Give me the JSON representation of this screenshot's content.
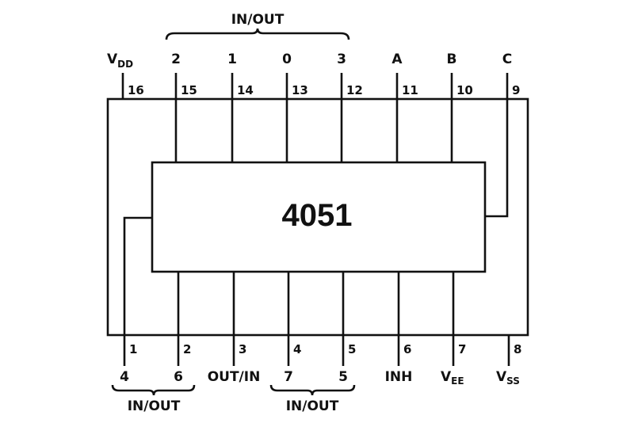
{
  "chip": {
    "name": "4051"
  },
  "top_group_label": "IN/OUT",
  "bottom_group_labels": [
    "IN/OUT",
    "IN/OUT"
  ],
  "top_pins": [
    {
      "num": "16",
      "label": "V",
      "sub": "DD"
    },
    {
      "num": "15",
      "label": "2"
    },
    {
      "num": "14",
      "label": "1"
    },
    {
      "num": "13",
      "label": "0"
    },
    {
      "num": "12",
      "label": "3"
    },
    {
      "num": "11",
      "label": "A"
    },
    {
      "num": "10",
      "label": "B"
    },
    {
      "num": "9",
      "label": "C"
    }
  ],
  "bottom_pins": [
    {
      "num": "1",
      "label": "4"
    },
    {
      "num": "2",
      "label": "6"
    },
    {
      "num": "3",
      "label": "OUT/IN"
    },
    {
      "num": "4",
      "label": "7"
    },
    {
      "num": "5",
      "label": "5"
    },
    {
      "num": "6",
      "label": "INH"
    },
    {
      "num": "7",
      "label": "V",
      "sub": "EE"
    },
    {
      "num": "8",
      "label": "V",
      "sub": "SS"
    }
  ]
}
